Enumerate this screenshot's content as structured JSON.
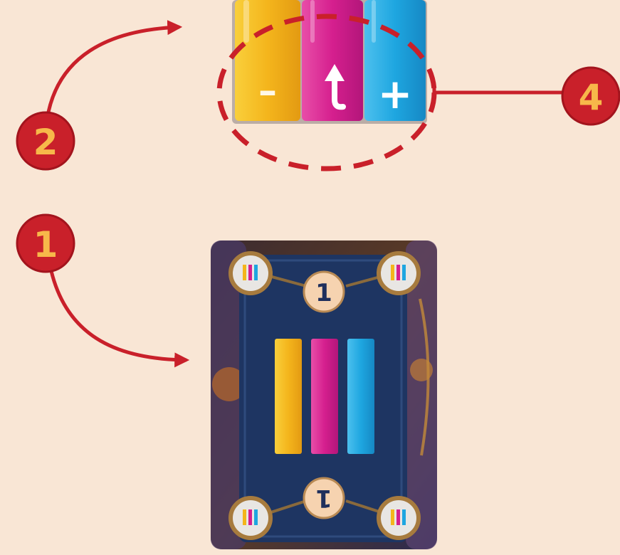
{
  "badges": {
    "one": "1",
    "two": "2",
    "four": "4"
  },
  "top_strip": {
    "minus_symbol": "–",
    "plus_symbol": "+",
    "icon_left": "minus-icon",
    "icon_middle": "turn-up-arrow-icon",
    "icon_right": "plus-icon"
  },
  "card": {
    "top_value": "1",
    "bottom_value": "1",
    "corner_icon": "three-color-bars-icon"
  },
  "colors": {
    "background": "#f9e6d5",
    "badge_red": "#c9202a",
    "arrow_red": "#c9202a",
    "yellow": "#f4b51c",
    "magenta": "#d51f8e",
    "cyan": "#1ea6e0",
    "card_navy": "#1e3562"
  }
}
